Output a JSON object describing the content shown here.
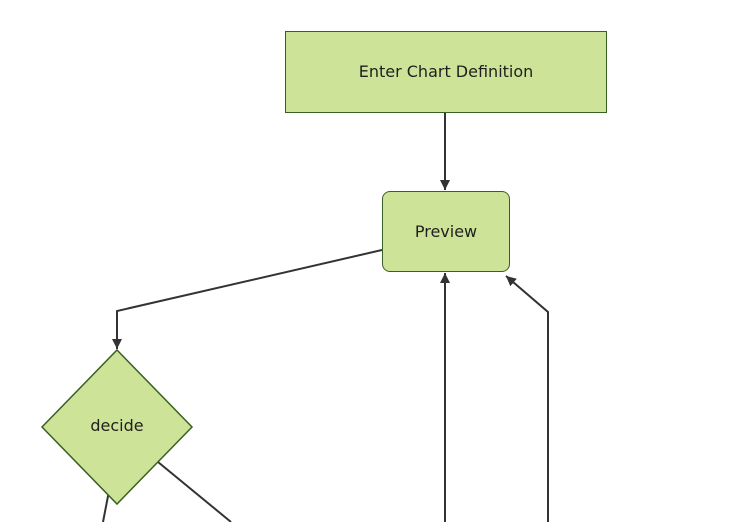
{
  "diagram": {
    "type": "flowchart",
    "direction": "top-down",
    "nodes": [
      {
        "id": "enter-chart-definition",
        "label": "Enter Chart Definition",
        "shape": "rectangle"
      },
      {
        "id": "preview",
        "label": "Preview",
        "shape": "rounded-rectangle"
      },
      {
        "id": "decide",
        "label": "decide",
        "shape": "diamond"
      }
    ],
    "edges": [
      {
        "from": "enter-chart-definition",
        "to": "preview",
        "arrow": true
      },
      {
        "from": "preview",
        "to": "decide",
        "arrow": true
      },
      {
        "from": "decide",
        "to": "offscreen-bottom-left",
        "arrow": false
      },
      {
        "from": "decide",
        "to": "offscreen-bottom-right",
        "arrow": false
      },
      {
        "from": "offscreen-bottom-center",
        "to": "preview",
        "arrow": true
      },
      {
        "from": "offscreen-bottom-right",
        "to": "preview",
        "arrow": true
      }
    ]
  },
  "colors": {
    "canvas_bg": "#ffffff",
    "node_fill": "#cde498",
    "node_border": "#3a5f23",
    "edge_color": "#333333",
    "text_color": "#1f1f1f"
  }
}
